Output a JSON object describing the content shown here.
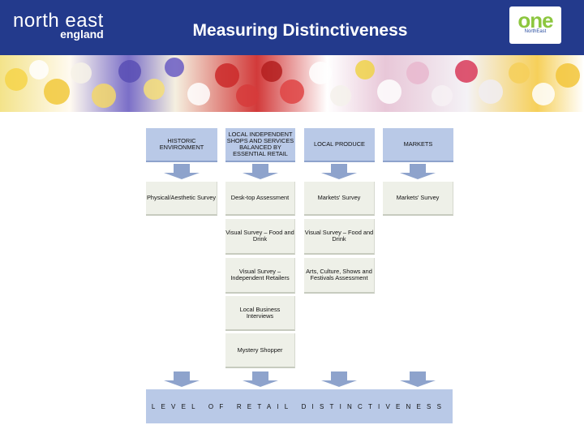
{
  "header": {
    "logo_line1": "north east",
    "logo_line2": "england",
    "title": "Measuring Distinctiveness",
    "badge_main": "one",
    "badge_sub": "NorthEast"
  },
  "diagram": {
    "columns": [
      {
        "header": "HISTORIC ENVIRONMENT",
        "items": [
          "Physical/Aesthetic Survey"
        ]
      },
      {
        "header": "LOCAL INDEPENDENT SHOPS AND SERVICES BALANCED BY ESSENTIAL RETAIL",
        "items": [
          "Desk-top Assessment",
          "Visual Survey – Food and Drink",
          "Visual Survey – Independent Retailers",
          "Local Business Interviews",
          "Mystery Shopper"
        ]
      },
      {
        "header": "LOCAL PRODUCE",
        "items": [
          "Markets' Survey",
          "Visual Survey – Food and Drink",
          "Arts, Culture, Shows and Festivals Assessment"
        ]
      },
      {
        "header": "MARKETS",
        "items": [
          "Markets' Survey"
        ]
      }
    ],
    "outcome": "LEVEL OF RETAIL DISTINCTIVENESS"
  },
  "colors": {
    "header_bg": "#233a8c",
    "category_box": "#b9c9e7",
    "method_box": "#eef0e8",
    "arrow": "#8ea3cc"
  }
}
